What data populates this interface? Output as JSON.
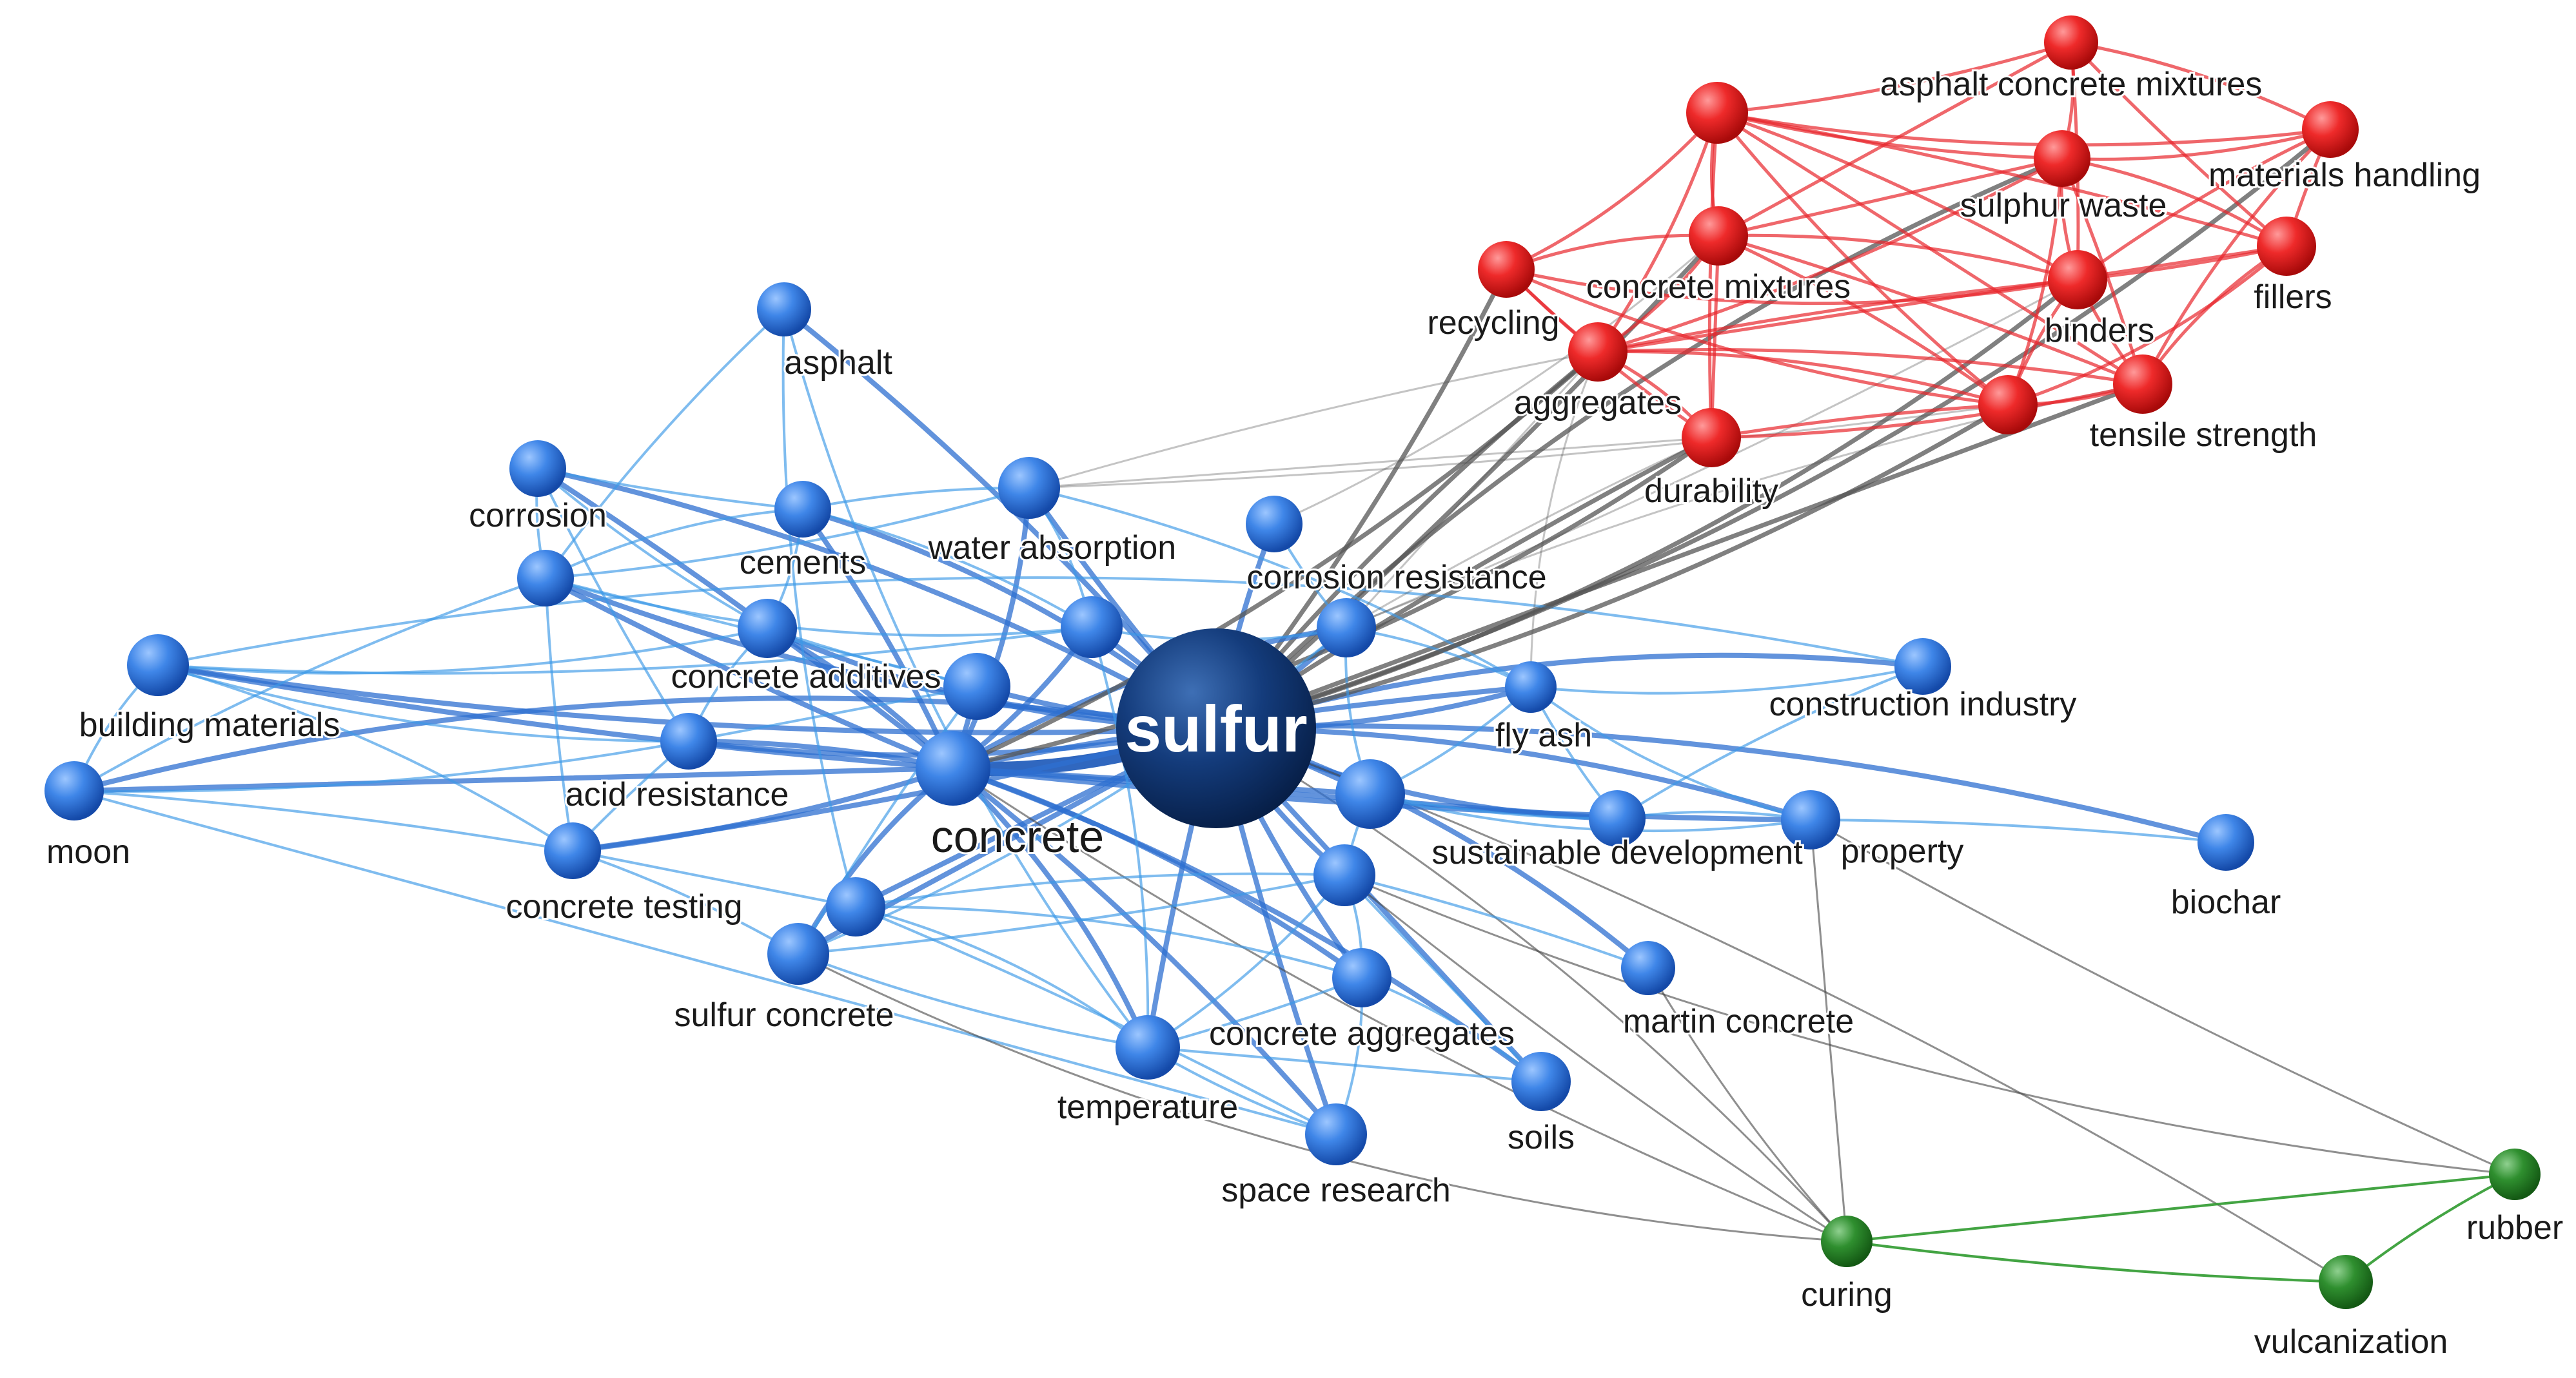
{
  "network": {
    "clusters": [
      {
        "id": "blue",
        "color": "#2f74d6"
      },
      {
        "id": "red",
        "color": "#e02020"
      },
      {
        "id": "green",
        "color": "#2d8a2d"
      }
    ],
    "nodes": [
      {
        "id": "sulfur",
        "label": "sulfur",
        "cluster": "hub"
      },
      {
        "id": "concrete",
        "label": "concrete",
        "cluster": "blue"
      },
      {
        "id": "asphalt",
        "label": "asphalt",
        "cluster": "blue"
      },
      {
        "id": "corrosion",
        "label": "corrosion",
        "cluster": "blue"
      },
      {
        "id": "cements",
        "label": "cements",
        "cluster": "blue"
      },
      {
        "id": "water_absorption",
        "label": "water absorption",
        "cluster": "blue"
      },
      {
        "id": "corrosion_resistance",
        "label": "corrosion resistance",
        "cluster": "blue"
      },
      {
        "id": "concrete_additives",
        "label": "concrete additives",
        "cluster": "blue"
      },
      {
        "id": "building_materials",
        "label": "building materials",
        "cluster": "blue"
      },
      {
        "id": "moon",
        "label": "moon",
        "cluster": "blue"
      },
      {
        "id": "acid_resistance",
        "label": "acid resistance",
        "cluster": "blue"
      },
      {
        "id": "concrete_testing",
        "label": "concrete testing",
        "cluster": "blue"
      },
      {
        "id": "sulfur_concrete",
        "label": "sulfur concrete",
        "cluster": "blue"
      },
      {
        "id": "temperature",
        "label": "temperature",
        "cluster": "blue"
      },
      {
        "id": "concrete_aggregates",
        "label": "concrete aggregates",
        "cluster": "blue"
      },
      {
        "id": "space_research",
        "label": "space research",
        "cluster": "blue"
      },
      {
        "id": "soils",
        "label": "soils",
        "cluster": "blue"
      },
      {
        "id": "martin_concrete",
        "label": "martin concrete",
        "cluster": "blue"
      },
      {
        "id": "sustainable_development",
        "label": "sustainable development",
        "cluster": "blue"
      },
      {
        "id": "property",
        "label": "property",
        "cluster": "blue"
      },
      {
        "id": "biochar",
        "label": "biochar",
        "cluster": "blue"
      },
      {
        "id": "fly_ash",
        "label": "fly ash",
        "cluster": "blue"
      },
      {
        "id": "construction_industry",
        "label": "construction industry",
        "cluster": "blue"
      },
      {
        "id": "blue_a",
        "label": "",
        "cluster": "blue"
      },
      {
        "id": "blue_b",
        "label": "",
        "cluster": "blue"
      },
      {
        "id": "blue_c",
        "label": "",
        "cluster": "blue"
      },
      {
        "id": "blue_d",
        "label": "",
        "cluster": "blue"
      },
      {
        "id": "blue_e",
        "label": "",
        "cluster": "blue"
      },
      {
        "id": "blue_f",
        "label": "",
        "cluster": "blue"
      },
      {
        "id": "blue_g",
        "label": "",
        "cluster": "blue"
      },
      {
        "id": "asphalt_concrete_mixtures",
        "label": "asphalt concrete mixtures",
        "cluster": "red"
      },
      {
        "id": "materials_handling",
        "label": "materials handling",
        "cluster": "red"
      },
      {
        "id": "sulphur_waste",
        "label": "sulphur waste",
        "cluster": "red"
      },
      {
        "id": "concrete_mixtures",
        "label": "concrete mixtures",
        "cluster": "red"
      },
      {
        "id": "recycling",
        "label": "recycling",
        "cluster": "red"
      },
      {
        "id": "binders",
        "label": "binders",
        "cluster": "red"
      },
      {
        "id": "fillers",
        "label": "fillers",
        "cluster": "red"
      },
      {
        "id": "aggregates",
        "label": "aggregates",
        "cluster": "red"
      },
      {
        "id": "tensile_strength",
        "label": "tensile strength",
        "cluster": "red"
      },
      {
        "id": "durability",
        "label": "durability",
        "cluster": "red"
      },
      {
        "id": "red_a",
        "label": "",
        "cluster": "red"
      },
      {
        "id": "red_b",
        "label": "",
        "cluster": "red"
      },
      {
        "id": "curing",
        "label": "curing",
        "cluster": "green"
      },
      {
        "id": "rubber",
        "label": "rubber",
        "cluster": "green"
      },
      {
        "id": "vulcanization",
        "label": "vulcanization",
        "cluster": "green"
      }
    ],
    "edges": [
      [
        "sulfur",
        "concrete"
      ],
      [
        "sulfur",
        "blue_a"
      ],
      [
        "sulfur",
        "blue_b"
      ],
      [
        "sulfur",
        "blue_c"
      ],
      [
        "sulfur",
        "blue_d"
      ],
      [
        "sulfur",
        "blue_e"
      ],
      [
        "sulfur",
        "blue_f"
      ],
      [
        "sulfur",
        "blue_g"
      ],
      [
        "sulfur",
        "cements"
      ],
      [
        "sulfur",
        "concrete_additives"
      ],
      [
        "sulfur",
        "acid_resistance"
      ],
      [
        "sulfur",
        "corrosion_resistance"
      ],
      [
        "sulfur",
        "water_absorption"
      ],
      [
        "sulfur",
        "sulfur_concrete"
      ],
      [
        "sulfur",
        "temperature"
      ],
      [
        "sulfur",
        "concrete_aggregates"
      ],
      [
        "sulfur",
        "fly_ash"
      ],
      [
        "sulfur",
        "sustainable_development"
      ],
      [
        "sulfur",
        "construction_industry"
      ],
      [
        "sulfur",
        "property"
      ],
      [
        "sulfur",
        "building_materials"
      ],
      [
        "sulfur",
        "concrete_testing"
      ],
      [
        "sulfur",
        "soils"
      ],
      [
        "sulfur",
        "space_research"
      ],
      [
        "sulfur",
        "asphalt"
      ],
      [
        "sulfur",
        "corrosion"
      ],
      [
        "sulfur",
        "moon"
      ],
      [
        "sulfur",
        "martin_concrete"
      ],
      [
        "sulfur",
        "biochar"
      ],
      [
        "sulfur",
        "aggregates"
      ],
      [
        "sulfur",
        "durability"
      ],
      [
        "sulfur",
        "tensile_strength"
      ],
      [
        "sulfur",
        "concrete_mixtures"
      ],
      [
        "sulfur",
        "recycling"
      ],
      [
        "sulfur",
        "red_a"
      ],
      [
        "sulfur",
        "binders"
      ],
      [
        "sulfur",
        "sulphur_waste"
      ],
      [
        "sulfur",
        "curing"
      ],
      [
        "sulfur",
        "vulcanization"
      ],
      [
        "concrete",
        "blue_a"
      ],
      [
        "concrete",
        "blue_c"
      ],
      [
        "concrete",
        "blue_b"
      ],
      [
        "concrete",
        "acid_resistance"
      ],
      [
        "concrete",
        "concrete_additives"
      ],
      [
        "concrete",
        "sulfur_concrete"
      ],
      [
        "concrete",
        "temperature"
      ],
      [
        "concrete",
        "concrete_aggregates"
      ],
      [
        "concrete",
        "concrete_testing"
      ],
      [
        "concrete",
        "building_materials"
      ],
      [
        "concrete",
        "moon"
      ],
      [
        "concrete",
        "corrosion"
      ],
      [
        "concrete",
        "cements"
      ],
      [
        "concrete",
        "blue_e"
      ],
      [
        "concrete",
        "water_absorption"
      ],
      [
        "concrete",
        "blue_f"
      ],
      [
        "concrete",
        "soils"
      ],
      [
        "concrete",
        "space_research"
      ],
      [
        "concrete",
        "fly_ash"
      ],
      [
        "concrete",
        "sustainable_development"
      ],
      [
        "concrete",
        "property"
      ],
      [
        "concrete",
        "curing"
      ],
      [
        "concrete",
        "aggregates"
      ],
      [
        "concrete",
        "durability"
      ],
      [
        "acid_resistance",
        "concrete_additives"
      ],
      [
        "acid_resistance",
        "building_materials"
      ],
      [
        "acid_resistance",
        "moon"
      ],
      [
        "acid_resistance",
        "corrosion"
      ],
      [
        "acid_resistance",
        "blue_b"
      ],
      [
        "acid_resistance",
        "concrete_testing"
      ],
      [
        "building_materials",
        "blue_e"
      ],
      [
        "building_materials",
        "concrete_additives"
      ],
      [
        "building_materials",
        "moon"
      ],
      [
        "building_materials",
        "construction_industry"
      ],
      [
        "building_materials",
        "concrete_testing"
      ],
      [
        "moon",
        "blue_a"
      ],
      [
        "moon",
        "concrete_testing"
      ],
      [
        "moon",
        "space_research"
      ],
      [
        "corrosion",
        "cements"
      ],
      [
        "corrosion",
        "concrete_additives"
      ],
      [
        "corrosion",
        "blue_a"
      ],
      [
        "cements",
        "blue_a"
      ],
      [
        "cements",
        "concrete_additives"
      ],
      [
        "cements",
        "blue_e"
      ],
      [
        "cements",
        "water_absorption"
      ],
      [
        "blue_b",
        "concrete_additives"
      ],
      [
        "blue_b",
        "blue_a"
      ],
      [
        "blue_b",
        "sulfur_concrete"
      ],
      [
        "asphalt",
        "blue_a"
      ],
      [
        "asphalt",
        "blue_d"
      ],
      [
        "asphalt",
        "temperature"
      ],
      [
        "water_absorption",
        "blue_e"
      ],
      [
        "water_absorption",
        "fly_ash"
      ],
      [
        "water_absorption",
        "blue_a"
      ],
      [
        "water_absorption",
        "aggregates"
      ],
      [
        "water_absorption",
        "durability"
      ],
      [
        "water_absorption",
        "red_a"
      ],
      [
        "corrosion_resistance",
        "blue_f"
      ],
      [
        "corrosion_resistance",
        "concrete_mixtures"
      ],
      [
        "blue_e",
        "blue_f"
      ],
      [
        "blue_e",
        "blue_a"
      ],
      [
        "blue_e",
        "temperature"
      ],
      [
        "concrete_testing",
        "sulfur_concrete"
      ],
      [
        "concrete_testing",
        "blue_a"
      ],
      [
        "concrete_testing",
        "blue_d"
      ],
      [
        "sulfur_concrete",
        "blue_g"
      ],
      [
        "sulfur_concrete",
        "temperature"
      ],
      [
        "sulfur_concrete",
        "blue_f"
      ],
      [
        "sulfur_concrete",
        "curing"
      ],
      [
        "blue_d",
        "temperature"
      ],
      [
        "blue_d",
        "concrete_aggregates"
      ],
      [
        "blue_d",
        "blue_g"
      ],
      [
        "blue_d",
        "space_research"
      ],
      [
        "temperature",
        "soils"
      ],
      [
        "temperature",
        "concrete_aggregates"
      ],
      [
        "temperature",
        "space_research"
      ],
      [
        "temperature",
        "blue_g"
      ],
      [
        "concrete_aggregates",
        "blue_g"
      ],
      [
        "concrete_aggregates",
        "space_research"
      ],
      [
        "concrete_aggregates",
        "soils"
      ],
      [
        "blue_g",
        "blue_c"
      ],
      [
        "blue_g",
        "martin_concrete"
      ],
      [
        "blue_g",
        "soils"
      ],
      [
        "blue_g",
        "curing"
      ],
      [
        "blue_c",
        "sustainable_development"
      ],
      [
        "blue_c",
        "fly_ash"
      ],
      [
        "blue_c",
        "property"
      ],
      [
        "blue_c",
        "blue_f"
      ],
      [
        "blue_f",
        "fly_ash"
      ],
      [
        "blue_f",
        "tensile_strength"
      ],
      [
        "blue_f",
        "durability"
      ],
      [
        "blue_f",
        "aggregates"
      ],
      [
        "blue_f",
        "binders"
      ],
      [
        "fly_ash",
        "sustainable_development"
      ],
      [
        "fly_ash",
        "construction_industry"
      ],
      [
        "fly_ash",
        "property"
      ],
      [
        "fly_ash",
        "aggregates"
      ],
      [
        "sustainable_development",
        "property"
      ],
      [
        "sustainable_development",
        "construction_industry"
      ],
      [
        "property",
        "biochar"
      ],
      [
        "property",
        "curing"
      ],
      [
        "property",
        "rubber"
      ],
      [
        "martin_concrete",
        "curing"
      ],
      [
        "blue_g",
        "rubber"
      ],
      [
        "sulfur",
        "materials_handling"
      ],
      [
        "asphalt_concrete_mixtures",
        "sulphur_waste"
      ],
      [
        "asphalt_concrete_mixtures",
        "materials_handling"
      ],
      [
        "asphalt_concrete_mixtures",
        "red_b"
      ],
      [
        "asphalt_concrete_mixtures",
        "binders"
      ],
      [
        "asphalt_concrete_mixtures",
        "concrete_mixtures"
      ],
      [
        "asphalt_concrete_mixtures",
        "fillers"
      ],
      [
        "red_b",
        "sulphur_waste"
      ],
      [
        "red_b",
        "materials_handling"
      ],
      [
        "red_b",
        "concrete_mixtures"
      ],
      [
        "red_b",
        "recycling"
      ],
      [
        "red_b",
        "aggregates"
      ],
      [
        "red_b",
        "binders"
      ],
      [
        "red_b",
        "fillers"
      ],
      [
        "red_b",
        "tensile_strength"
      ],
      [
        "red_b",
        "durability"
      ],
      [
        "red_b",
        "red_a"
      ],
      [
        "sulphur_waste",
        "materials_handling"
      ],
      [
        "sulphur_waste",
        "binders"
      ],
      [
        "sulphur_waste",
        "fillers"
      ],
      [
        "sulphur_waste",
        "red_a"
      ],
      [
        "sulphur_waste",
        "aggregates"
      ],
      [
        "sulphur_waste",
        "tensile_strength"
      ],
      [
        "sulphur_waste",
        "concrete_mixtures"
      ],
      [
        "materials_handling",
        "fillers"
      ],
      [
        "materials_handling",
        "binders"
      ],
      [
        "materials_handling",
        "tensile_strength"
      ],
      [
        "concrete_mixtures",
        "recycling"
      ],
      [
        "concrete_mixtures",
        "aggregates"
      ],
      [
        "concrete_mixtures",
        "binders"
      ],
      [
        "concrete_mixtures",
        "red_a"
      ],
      [
        "concrete_mixtures",
        "tensile_strength"
      ],
      [
        "concrete_mixtures",
        "durability"
      ],
      [
        "recycling",
        "aggregates"
      ],
      [
        "recycling",
        "durability"
      ],
      [
        "recycling",
        "red_a"
      ],
      [
        "recycling",
        "binders"
      ],
      [
        "aggregates",
        "durability"
      ],
      [
        "aggregates",
        "red_a"
      ],
      [
        "aggregates",
        "tensile_strength"
      ],
      [
        "aggregates",
        "binders"
      ],
      [
        "aggregates",
        "fillers"
      ],
      [
        "binders",
        "fillers"
      ],
      [
        "binders",
        "tensile_strength"
      ],
      [
        "binders",
        "red_a"
      ],
      [
        "fillers",
        "tensile_strength"
      ],
      [
        "fillers",
        "red_a"
      ],
      [
        "tensile_strength",
        "red_a"
      ],
      [
        "tensile_strength",
        "durability"
      ],
      [
        "durability",
        "red_a"
      ],
      [
        "curing",
        "rubber"
      ],
      [
        "curing",
        "vulcanization"
      ],
      [
        "rubber",
        "vulcanization"
      ]
    ]
  }
}
